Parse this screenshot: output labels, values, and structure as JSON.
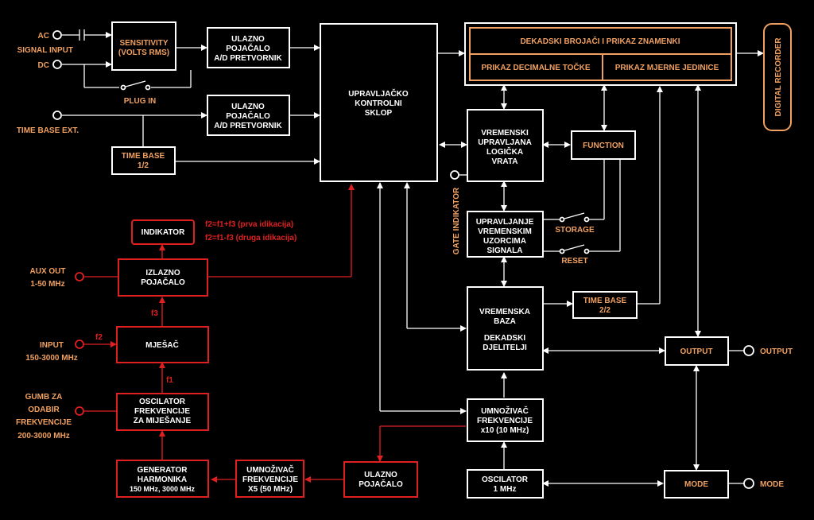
{
  "colors": {
    "background": "#000000",
    "white": "#ffffff",
    "orange": "#f0a060",
    "red": "#e02020"
  },
  "inputs": {
    "ac": "AC",
    "signal_input": "SIGNAL INPUT",
    "dc": "DC",
    "plug_in": "PLUG IN",
    "time_base_ext": "TIME BASE EXT.",
    "gate_indikator": "GATE INDIKATOR"
  },
  "blocks": {
    "sensitivity": [
      "SENSITIVITY",
      "(VOLTS RMS)"
    ],
    "ulazno_ad_1": [
      "ULAZNO",
      "POJAČALO",
      "A/D PRETVORNIK"
    ],
    "ulazno_ad_2": [
      "ULAZNO",
      "POJAČALO",
      "A/D PRETVORNIK"
    ],
    "time_base_1": [
      "TIME BASE",
      "1/2"
    ],
    "upravljacko": [
      "UPRAVLJAČKO",
      "KONTROLNI",
      "SKLOP"
    ],
    "dekadski": "DEKADSKI BROJAČI I PRIKAZ ZNAMENKI",
    "decimalne": "PRIKAZ DECIMALNE TOČKE",
    "mjerne": "PRIKAZ MJERNE JEDINICE",
    "digital_recorder": "DIGITAL RECORDER",
    "vremenski": [
      "VREMENSKI",
      "UPRAVLJANA",
      "LOGIČKA",
      "VRATA"
    ],
    "function": "FUNCTION",
    "upravljanje": [
      "UPRAVLJANJE",
      "VREMENSKIM",
      "UZORCIMA",
      "SIGNALA"
    ],
    "storage": "STORAGE",
    "reset": "RESET",
    "vremenska_baza": [
      "VREMENSKA",
      "BAZA",
      "",
      "DEKADSKI",
      "DJELITELJI"
    ],
    "time_base_2": [
      "TIME BASE",
      "2/2"
    ],
    "output_box": "OUTPUT",
    "output_label": "OUTPUT",
    "umnozivac_10": [
      "UMNOŽIVAČ",
      "FREKVENCIJE",
      "x10 (10 MHz)"
    ],
    "oscilator_1": [
      "OSCILATOR",
      "1 MHz"
    ],
    "mode_box": "MODE",
    "mode_label": "MODE",
    "indikator": "INDIKATOR",
    "formulas": [
      "f2=f1+f3 (prva idikacija)",
      "f2=f1-f3 (druga idikacija)"
    ],
    "izlazno": [
      "IZLAZNO",
      "POJAČALO"
    ],
    "aux_out": [
      "AUX OUT",
      "1-50 MHz"
    ],
    "f3": "f3",
    "mjesac": "MJEŠAČ",
    "f2": "f2",
    "input": [
      "INPUT",
      "150-3000 MHz"
    ],
    "f1": "f1",
    "oscilator_mj": [
      "OSCILATOR",
      "FREKVENCIJE",
      "ZA MIJEŠANJE"
    ],
    "gumb": [
      "GUMB ZA",
      "ODABIR",
      "FREKVENCIJE",
      "200-3000 MHz"
    ],
    "generator": [
      "GENERATOR",
      "HARMONIKA",
      "150 MHz, 3000 MHz"
    ],
    "umnozivac_5": [
      "UMNOŽIVAČ",
      "FREKVENCIJE",
      "X5 (50 MHz)"
    ],
    "ulazno_poj": [
      "ULAZNO",
      "POJAČALO"
    ]
  }
}
